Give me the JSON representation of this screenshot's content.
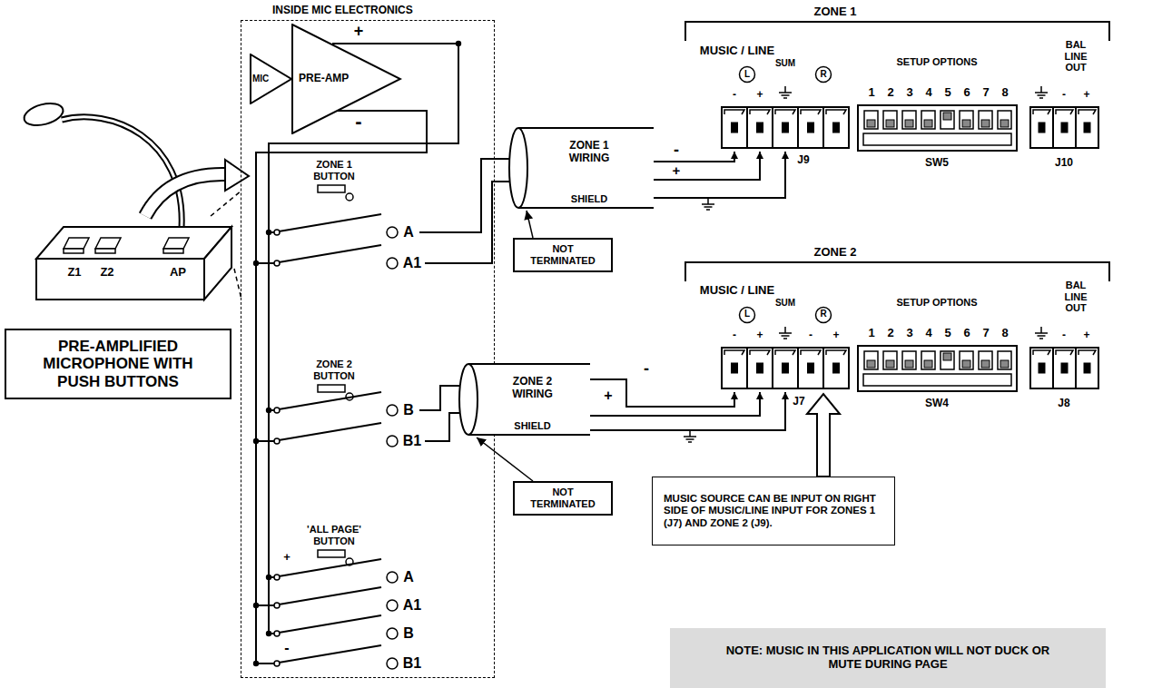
{
  "diagram": {
    "nodes": [
      {
        "text": [
          "INSIDE MIC ELECTRONICS"
        ]
      },
      {
        "text": [
          "MIC"
        ],
        "in": 0
      },
      {
        "text": [
          "PRE-AMP"
        ],
        "in": 0
      },
      {
        "text": [
          "ZONE 1 WIRING",
          "SHIELD"
        ]
      },
      {
        "text": [
          "NOT TERMINATED"
        ]
      },
      {
        "text": [
          "ZONE 2 WIRING",
          "SHIELD"
        ]
      },
      {
        "text": [
          "NOT TERMINATED"
        ]
      },
      {
        "text": [
          "PRE-AMPLIFIED MICROPHONE WITH PUSH BUTTONS"
        ]
      },
      {
        "text": [
          "MUSIC SOURCE CAN BE INPUT ON RIGHT SIDE OF MUSIC/LINE INPUT FOR ZONES 1 (J7) AND ZONE 2 (J9)."
        ]
      },
      {
        "text": [
          "NOTE: MUSIC IN THIS APPLICATION WILL NOT DUCK OR MUTE DURING PAGE"
        ]
      }
    ],
    "edges": [
      {
        "from": 4,
        "to": 3,
        "arrow": "to"
      },
      {
        "from": 6,
        "to": 5,
        "arrow": "to"
      }
    ],
    "labels": [
      "+",
      "-",
      "ZONE 1 BUTTON",
      "A",
      "A1",
      "ZONE 2 BUTTON",
      "B",
      "B1",
      "'ALL PAGE' BUTTON",
      "+",
      "A",
      "A1",
      "B",
      "B1",
      "-",
      "-",
      "+",
      "ZONE 1",
      "MUSIC / LINE",
      "L",
      "SUM",
      "R",
      "-",
      "+",
      "1",
      "2",
      "3",
      "4",
      "5",
      "6",
      "7",
      "8",
      "SETUP OPTIONS",
      "BAL LINE OUT",
      "-",
      "+",
      "J9",
      "SW5",
      "J10",
      "ZONE 2",
      "MUSIC / LINE",
      "L",
      "SUM",
      "R",
      "-",
      "+",
      "-",
      "+",
      "1",
      "2",
      "3",
      "4",
      "5",
      "6",
      "7",
      "8",
      "SETUP OPTIONS",
      "BAL LINE OUT",
      "-",
      "+",
      "J7",
      "SW4",
      "J8",
      "-",
      "+",
      "Z1",
      "Z2",
      "AP"
    ]
  }
}
